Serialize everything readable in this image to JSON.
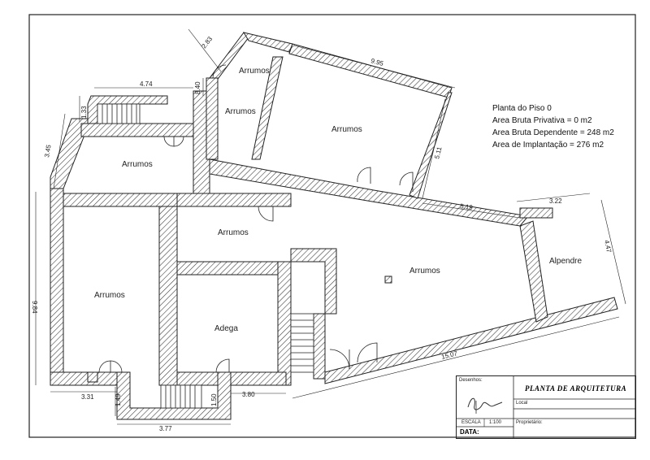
{
  "rooms": {
    "arrumos_upper_small": "Arrumos",
    "arrumos_upper_mid": "Arrumos",
    "arrumos_upper_large": "Arrumos",
    "arrumos_left_top": "Arrumos",
    "arrumos_left_big": "Arrumos",
    "arrumos_center": "Arrumos",
    "arrumos_main": "Arrumos",
    "adega": "Adega",
    "alpendre": "Alpendre"
  },
  "dimensions": {
    "d_283": "2.83",
    "d_995": "9.95",
    "d_474": "4.74",
    "d_840": "8.40",
    "d_133": "1.33",
    "d_345": "3.45",
    "d_511": "5.11",
    "d_519": "5.19",
    "d_322": "3.22",
    "d_447": "4.47",
    "d_984": "9.84",
    "d_331": "3.31",
    "d_149": "1.49",
    "d_150": "1.50",
    "d_380": "3.80",
    "d_377": "3.77",
    "d_1507": "15.07"
  },
  "info": {
    "title": "Planta do Piso 0",
    "bruta_privativa": "Area Bruta Privativa = 0 m2",
    "bruta_dependente": "Area Bruta Dependente = 248 m2",
    "implantacao": "Area de Implantação = 276 m2"
  },
  "title_block": {
    "desenhos_label": "Desenhos:",
    "title": "PLANTA DE ARQUITETURA",
    "local_label": "Local",
    "escala_label": "ESCALA",
    "escala_value": "1:100",
    "proprietario_label": "Proprietário:",
    "data_label": "DATA:"
  }
}
